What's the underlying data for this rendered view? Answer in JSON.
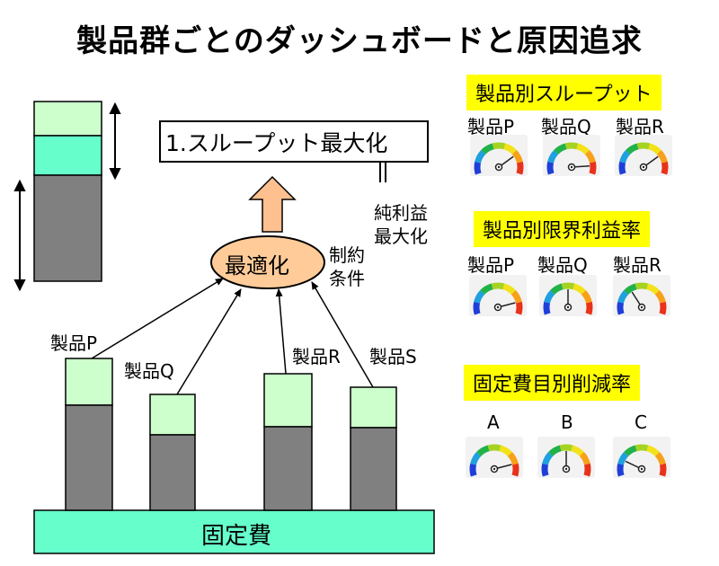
{
  "title": "製品群ごとのダッシュボードと原因追求",
  "goal": "1.スループット最大化",
  "net_profit_vertical": [
    "純利益",
    "最大化"
  ],
  "equals_sign": "=",
  "optimize": "最適化",
  "constraint": [
    "制約",
    "条件"
  ],
  "fixed_cost": "固定費",
  "products": [
    "製品P",
    "製品Q",
    "製品R",
    "製品S"
  ],
  "panels": [
    {
      "heading": "製品別スループット",
      "gauges": [
        {
          "label": "製品P",
          "level": 0.75
        },
        {
          "label": "製品Q",
          "level": 0.9
        },
        {
          "label": "製品R",
          "level": 0.75
        }
      ]
    },
    {
      "heading": "製品別限界利益率",
      "gauges": [
        {
          "label": "製品P",
          "level": 0.85
        },
        {
          "label": "製品Q",
          "level": 0.5
        },
        {
          "label": "製品R",
          "level": 0.35
        }
      ]
    },
    {
      "heading": "固定費目別削減率",
      "gauges": [
        {
          "label": "A",
          "level": 0.85
        },
        {
          "label": "B",
          "level": 0.5
        },
        {
          "label": "C",
          "level": 0.2
        }
      ]
    }
  ],
  "colors": {
    "light_green": "#ccffcc",
    "teal": "#66ffcc",
    "gray": "#808080",
    "orange": "#ffcc99",
    "arrow_fill": "#ffc090",
    "highlight": "#ffff00"
  }
}
